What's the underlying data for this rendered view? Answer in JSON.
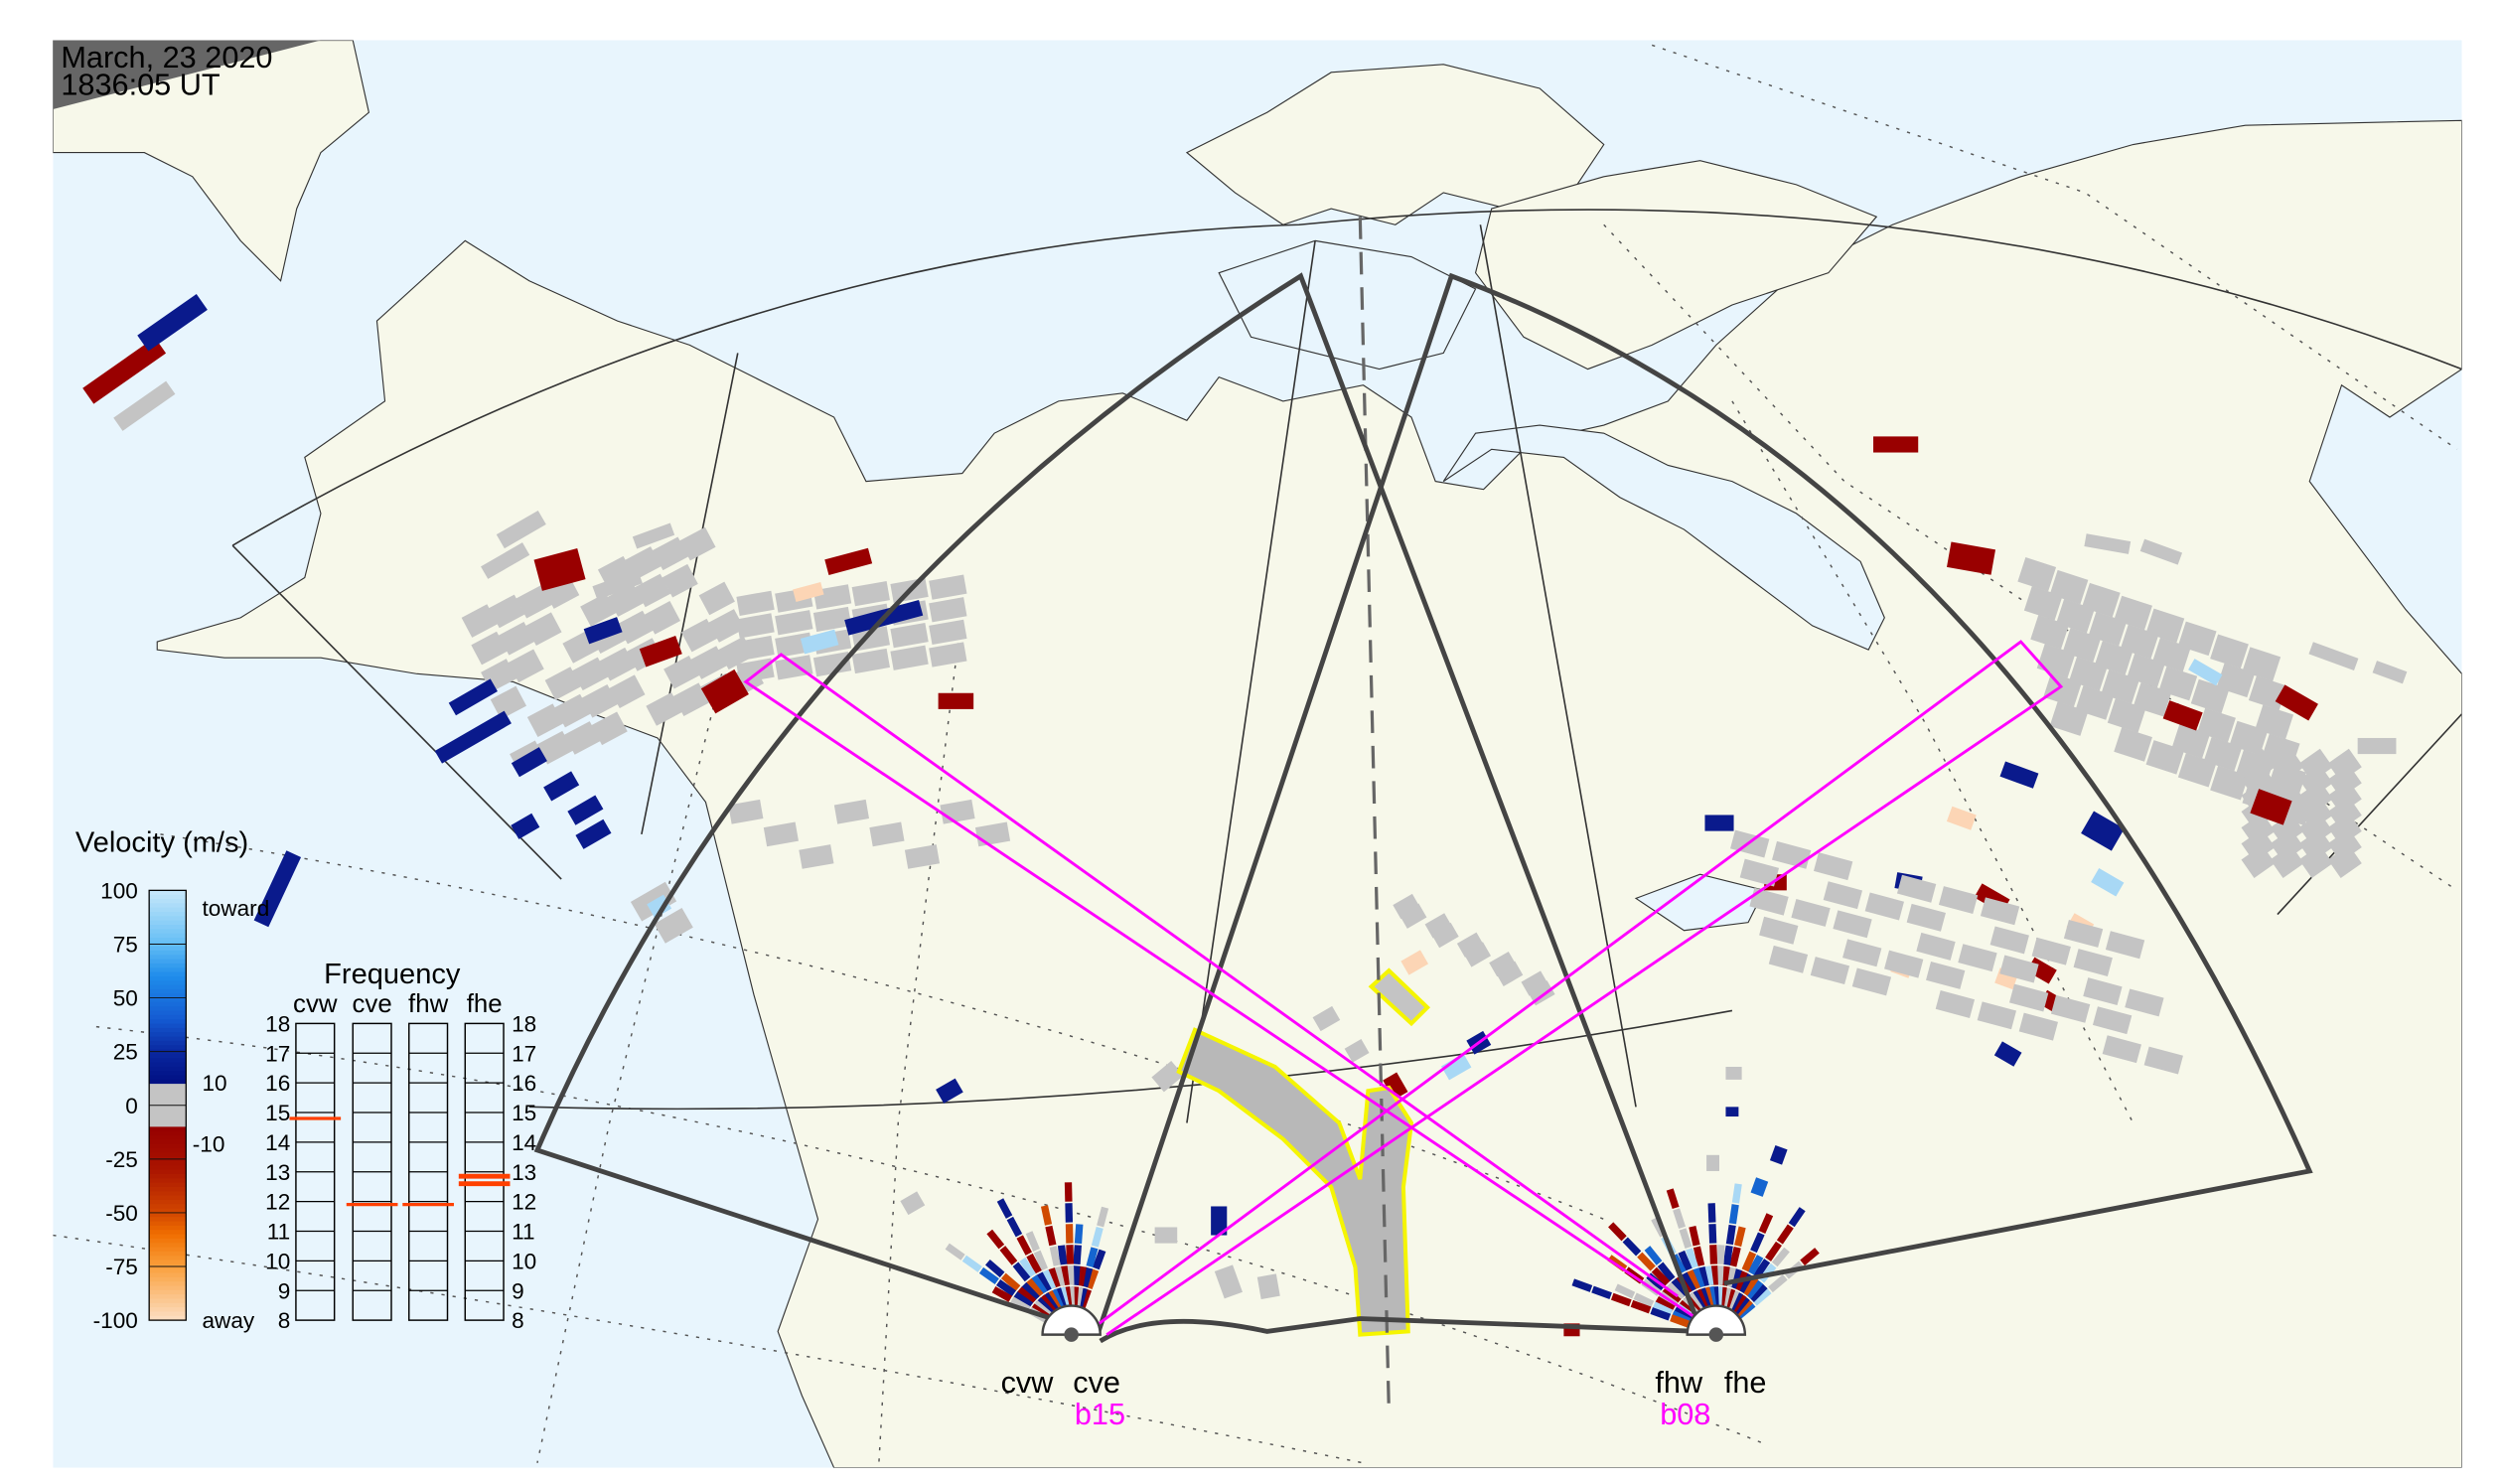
{
  "header": {
    "date": "March, 23 2020",
    "time": "1836:05 UT"
  },
  "legend": {
    "title": "Velocity (m/s)",
    "ticks": [
      100,
      75,
      50,
      25,
      0,
      -25,
      -50,
      -75,
      -100
    ],
    "toward_label": "toward",
    "away_label": "away",
    "gray_upper_label": "10",
    "gray_lower_label": "-10",
    "range": [
      -100,
      100
    ],
    "gray_band": [
      -10,
      10
    ]
  },
  "frequency": {
    "title": "Frequency",
    "columns": [
      "cvw",
      "cve",
      "fhw",
      "fhe"
    ],
    "ticks": [
      18,
      17,
      16,
      15,
      14,
      13,
      12,
      11,
      10,
      9,
      8
    ],
    "range": [
      8,
      18
    ],
    "selected": {
      "cvw": [
        14.8
      ],
      "cve": [
        11.9
      ],
      "fhw": [
        11.9
      ],
      "fhe": [
        12.6,
        12.85
      ]
    }
  },
  "radars": {
    "west": {
      "labels": [
        "cvw",
        "cve"
      ],
      "beam": "b15"
    },
    "east": {
      "labels": [
        "fhw",
        "fhe"
      ],
      "beam": "b08"
    }
  },
  "colors": {
    "ocean": "#e8f5fd",
    "land": "#f7f8ea",
    "fov": "#444444",
    "beam": "#ff00ff",
    "highlight": "#f5f500",
    "freq_mark": "#ff4000",
    "gray_scatter": "#c4c4c4"
  }
}
